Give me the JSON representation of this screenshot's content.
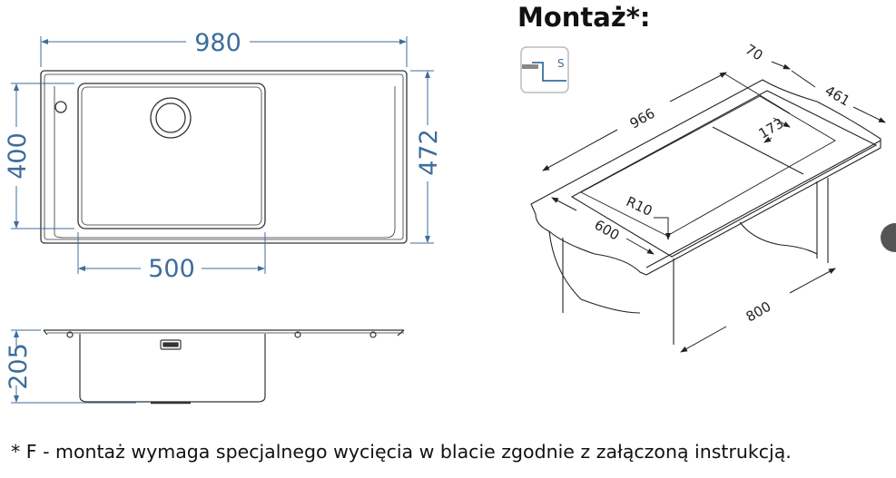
{
  "mounting": {
    "title": "Montaż*:",
    "badge_letter": "S"
  },
  "top_view": {
    "width_label": "980",
    "bowl_height_label": "400",
    "height_label": "472",
    "bowl_width_label": "500"
  },
  "side_view": {
    "depth_label": "205"
  },
  "iso_view": {
    "length_label": "966",
    "offset_label": "70",
    "depth_label": "461",
    "bowl_label": "173",
    "radius_label": "R10",
    "cabinet_depth_label": "600",
    "cabinet_width_label": "800"
  },
  "footnote": "* F - montaż wymaga specjalnego wycięcia w blacie zgodnie z załączoną instrukcją.",
  "colors": {
    "dimension": "#3d6d9c",
    "line": "#333333"
  }
}
